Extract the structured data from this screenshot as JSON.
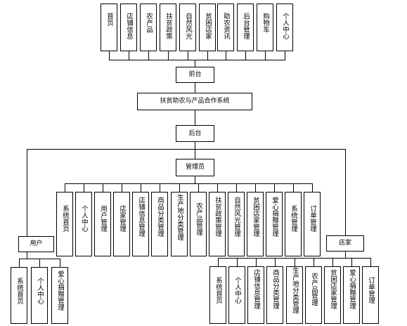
{
  "front": {
    "modules": [
      "首页",
      "店铺信息",
      "农产品",
      "扶贫政策",
      "自然风光",
      "贫困店家",
      "助农资讯",
      "后台管理",
      "购物车",
      "个人中心"
    ],
    "hub": "前台"
  },
  "system": {
    "title": "扶贫助农与产品合作系统"
  },
  "back": {
    "hub": "后台"
  },
  "admin": {
    "label": "管理员",
    "modules": [
      "系统首页",
      "个人中心",
      "用户管理",
      "店家管理",
      "店铺信息管理",
      "商品分类管理",
      "生产地分类管理",
      "农产品管理",
      "扶贫政策管理",
      "自然风光管理",
      "贫困店家管理",
      "爱心捐赠管理",
      "系统管理",
      "订单管理"
    ]
  },
  "user": {
    "label": "用户",
    "modules": [
      "系统首页",
      "个人中心",
      "爱心捐赠管理"
    ]
  },
  "shop": {
    "label": "店家",
    "modules": [
      "系统首页",
      "个人中心",
      "店铺信息管理",
      "商品分类管理",
      "生产地分类管理",
      "农产品管理",
      "贫困店家管理",
      "爱心捐赠管理",
      "订单管理"
    ]
  },
  "colors": {
    "line": "#000000",
    "box_border": "#000000",
    "background": "#ffffff"
  }
}
